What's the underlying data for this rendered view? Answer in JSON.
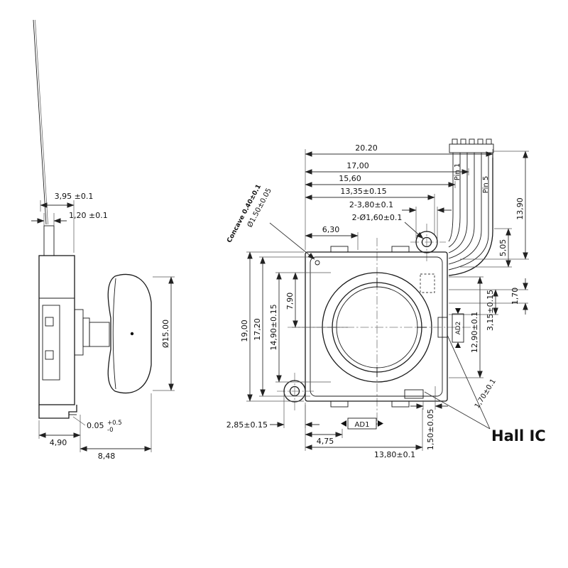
{
  "drawing": {
    "side_view": {
      "dim_3_95": "3,95 ±0.1",
      "dim_1_20": "1,20 ±0.1",
      "dim_dia_15": "Ø15.00",
      "dim_0_05": "0.05",
      "dim_0_05_tol_upper": "+0.5",
      "dim_0_05_tol_lower": "-0",
      "dim_4_90": "4,90",
      "dim_8_48": "8,48"
    },
    "front_view": {
      "top_dims": [
        "20.20",
        "17,00",
        "15,60",
        "13,35±0.15",
        "2-3,80±0.1",
        "2-Ø1,60±0.1",
        "6,30"
      ],
      "left_dims": [
        "19,00",
        "17,20",
        "14,90±0.15",
        "7,90"
      ],
      "right_dims": [
        "13,90",
        "5,05",
        "1,70",
        "3,15±0.15",
        "12,90±0.1"
      ],
      "bottom_dims": [
        "2,85±0.15",
        "4,75",
        "13,80±0.1"
      ],
      "vertical_note_dims": [
        "1,50±0.05",
        "1,70±0.1"
      ],
      "concave_note_line1": "Ø1.50±0.05",
      "concave_note_line2": "Concave 0.40±0.1",
      "pin_labels": [
        "Pin 1",
        "Pin 5"
      ],
      "signal_labels": {
        "ad1": "AD1",
        "ad2": "AD2"
      },
      "hall_ic_label": "Hall IC"
    }
  }
}
